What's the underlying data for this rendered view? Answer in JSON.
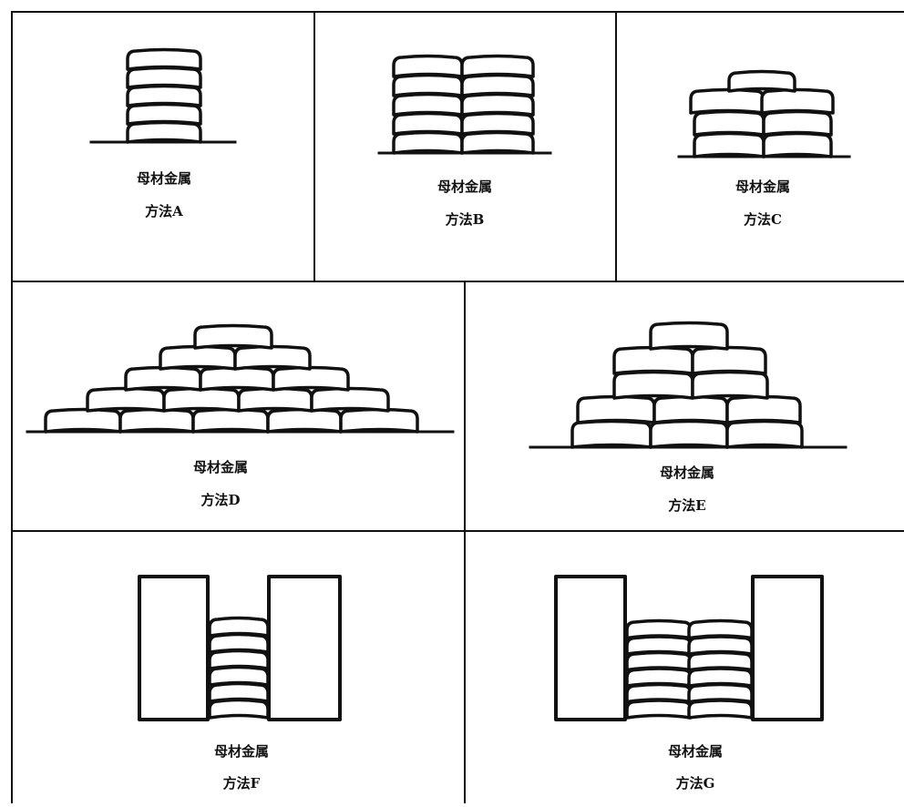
{
  "panels": [
    {
      "id": "A",
      "material_label": "母材金属",
      "method_label": "方法A"
    },
    {
      "id": "B",
      "material_label": "母材金属",
      "method_label": "方法B"
    },
    {
      "id": "C",
      "material_label": "母材金属",
      "method_label": "方法C"
    },
    {
      "id": "D",
      "material_label": "母材金属",
      "method_label": "方法D"
    },
    {
      "id": "E",
      "material_label": "母材金属",
      "method_label": "方法E"
    },
    {
      "id": "F",
      "material_label": "母材金属",
      "method_label": "方法F"
    },
    {
      "id": "G",
      "material_label": "母材金属",
      "method_label": "方法G"
    }
  ]
}
